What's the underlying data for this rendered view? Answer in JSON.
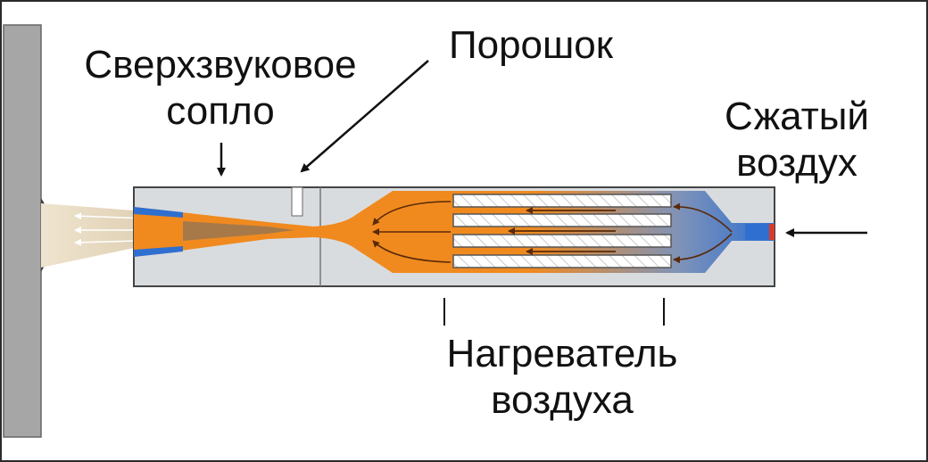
{
  "labels": {
    "nozzle_line1": "Сверхзвуковое",
    "nozzle_line2": "сопло",
    "powder": "Порошок",
    "air_line1": "Сжатый",
    "air_line2": "воздух",
    "heater_line1": "Нагреватель",
    "heater_line2": "воздуха"
  },
  "colors": {
    "substrate": "#a6a6a6",
    "gun_body": "#d9dcdf",
    "outline": "#444444",
    "hot_gas": "#f08a1f",
    "cold_air": "#2f6fd0",
    "jet_core": "#6b6b6b",
    "heater_plate": "#ffffff"
  }
}
